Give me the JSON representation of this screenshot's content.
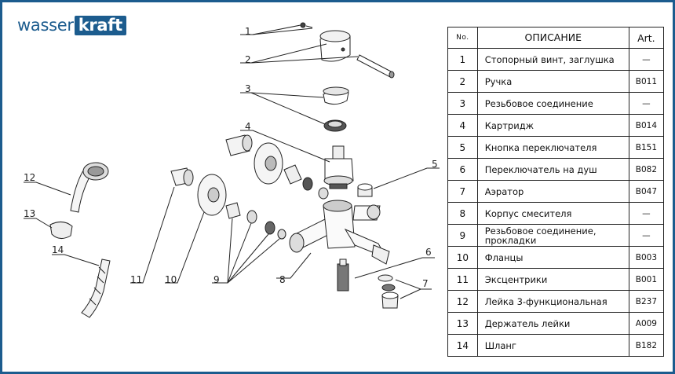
{
  "brand": {
    "text_plain": "wasser",
    "text_boxed": "kraft"
  },
  "colors": {
    "frame": "#1c5c8e",
    "line": "#222222",
    "part_fill": "#ffffff",
    "part_shade": "#d9d9d9"
  },
  "table": {
    "headers": {
      "no": "No.",
      "description": "ОПИСАНИЕ",
      "art": "Art."
    },
    "rows": [
      {
        "no": "1",
        "description": "Стопорный винт, заглушка",
        "art": "—"
      },
      {
        "no": "2",
        "description": "Ручка",
        "art": "B011"
      },
      {
        "no": "3",
        "description": "Резьбовое соединение",
        "art": "—"
      },
      {
        "no": "4",
        "description": "Картридж",
        "art": "B014"
      },
      {
        "no": "5",
        "description": "Кнопка переключателя",
        "art": "B151"
      },
      {
        "no": "6",
        "description": "Переключатель на душ",
        "art": "B082"
      },
      {
        "no": "7",
        "description": "Аэратор",
        "art": "B047"
      },
      {
        "no": "8",
        "description": "Корпус смесителя",
        "art": "—"
      },
      {
        "no": "9",
        "description": "Резьбовое соединение, прокладки",
        "art": "—"
      },
      {
        "no": "10",
        "description": "Фланцы",
        "art": "B003"
      },
      {
        "no": "11",
        "description": "Эксцентрики",
        "art": "B001"
      },
      {
        "no": "12",
        "description": "Лейка 3-функциональная",
        "art": "B237"
      },
      {
        "no": "13",
        "description": "Держатель лейки",
        "art": "A009"
      },
      {
        "no": "14",
        "description": "Шланг",
        "art": "B182"
      }
    ]
  },
  "callouts": {
    "c1": "1",
    "c2": "2",
    "c3": "3",
    "c4": "4",
    "c5": "5",
    "c6": "6",
    "c7": "7",
    "c8": "8",
    "c9": "9",
    "c10": "10",
    "c11": "11",
    "c12": "12",
    "c13": "13",
    "c14": "14"
  }
}
